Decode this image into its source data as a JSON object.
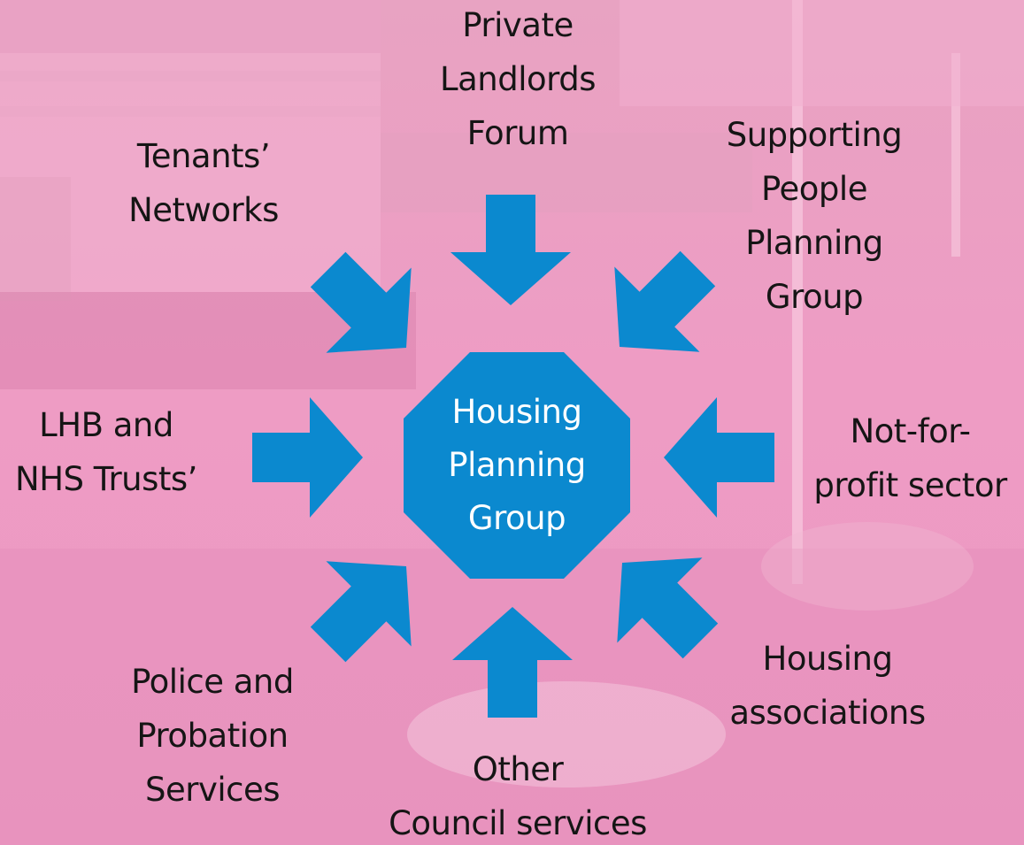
{
  "center": {
    "label": "Housing\nPlanning\nGroup",
    "color": "#0b89cf",
    "text_color": "#ffffff"
  },
  "arrow_color": "#0b89cf",
  "background_color": "#ee9cc4",
  "stakeholders": [
    {
      "id": "private-landlords-forum",
      "label": "Private\nLandlords\nForum"
    },
    {
      "id": "supporting-people-planning-group",
      "label": "Supporting\nPeople\nPlanning\nGroup"
    },
    {
      "id": "not-for-profit-sector",
      "label": "Not-for-\nprofit sector"
    },
    {
      "id": "housing-associations",
      "label": "Housing\nassociations"
    },
    {
      "id": "other-council-services",
      "label": "Other\nCouncil services"
    },
    {
      "id": "police-and-probation-services",
      "label": "Police and\nProbation\nServices"
    },
    {
      "id": "lhb-and-nhs-trusts",
      "label": "LHB and\nNHS Trusts’"
    },
    {
      "id": "tenants-networks",
      "label": "Tenants’\nNetworks"
    }
  ]
}
